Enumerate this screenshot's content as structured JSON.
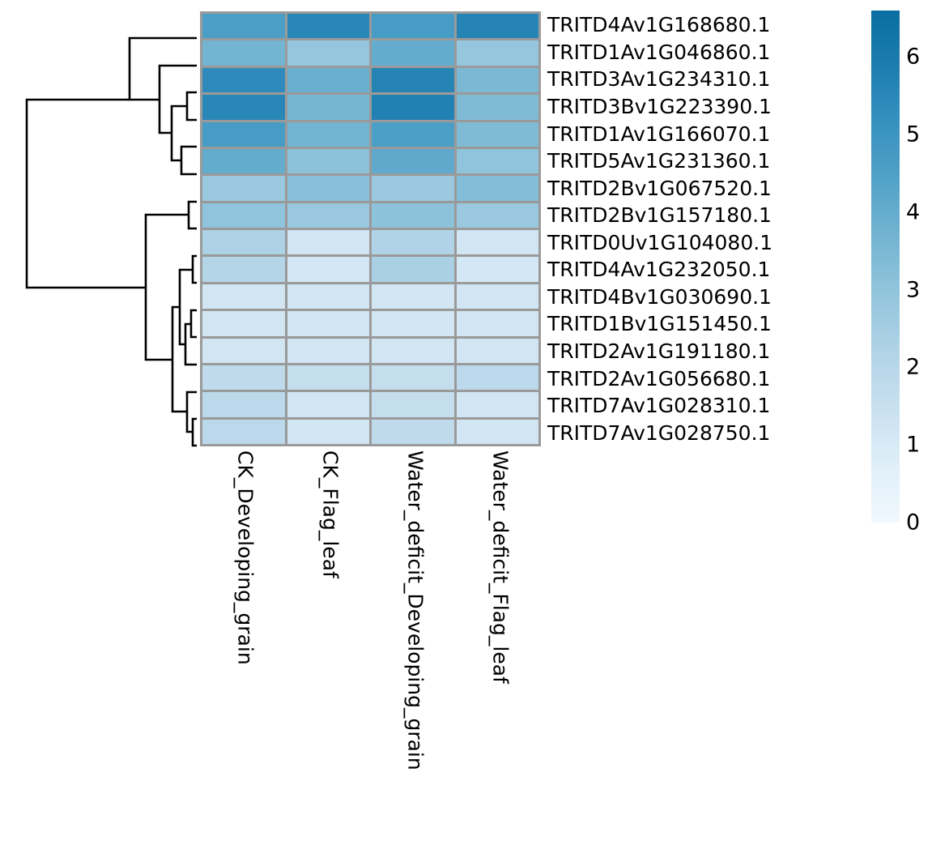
{
  "chart_data": {
    "type": "heatmap",
    "title": "",
    "xlabel": "",
    "ylabel": "",
    "colormap": "Blues/PuBu sequential",
    "grid": true,
    "legend_position": "right",
    "colorbar": {
      "label": "",
      "vmin": 0,
      "vmax": 6.6,
      "ticks": [
        6,
        5,
        4,
        3,
        2,
        1,
        0
      ],
      "low_color": "#c9e0ef",
      "high_color": "#1379b0",
      "orientation": "vertical"
    },
    "categories": [
      "CK_Developing_grain",
      "CK_Flag_leaf",
      "Water_deficit_Developing_grain",
      "Water_deficit_Flag_leaf"
    ],
    "rows": [
      "TRITD4Av1G168680.1",
      "TRITD1Av1G046860.1",
      "TRITD3Av1G234310.1",
      "TRITD3Bv1G223390.1",
      "TRITD1Av1G166070.1",
      "TRITD5Av1G231360.1",
      "TRITD2Bv1G067520.1",
      "TRITD2Bv1G157180.1",
      "TRITD0Uv1G104080.1",
      "TRITD4Av1G232050.1",
      "TRITD4Bv1G030690.1",
      "TRITD1Bv1G151450.1",
      "TRITD2Av1G191180.1",
      "TRITD2Av1G056680.1",
      "TRITD7Av1G028310.1",
      "TRITD7Av1G028750.1"
    ],
    "values": [
      [
        4.6,
        5.5,
        4.7,
        5.6
      ],
      [
        3.7,
        2.9,
        4.0,
        2.9
      ],
      [
        5.4,
        3.9,
        5.6,
        3.5
      ],
      [
        5.5,
        3.6,
        5.7,
        3.4
      ],
      [
        4.7,
        3.7,
        4.6,
        3.4
      ],
      [
        4.0,
        3.1,
        4.1,
        3.0
      ],
      [
        2.8,
        3.2,
        2.8,
        3.3
      ],
      [
        3.0,
        2.8,
        3.1,
        2.8
      ],
      [
        2.3,
        1.2,
        2.2,
        1.2
      ],
      [
        2.1,
        1.1,
        2.4,
        1.1
      ],
      [
        1.2,
        1.2,
        1.2,
        1.2
      ],
      [
        1.2,
        1.2,
        1.2,
        1.2
      ],
      [
        1.2,
        1.2,
        1.2,
        1.2
      ],
      [
        1.8,
        1.6,
        1.6,
        1.9
      ],
      [
        1.9,
        1.2,
        1.6,
        1.2
      ],
      [
        1.9,
        1.2,
        1.8,
        1.2
      ]
    ],
    "row_dendrogram": {
      "present": true,
      "orientation": "left",
      "leaf_order": [
        "TRITD4Av1G168680.1",
        "TRITD1Av1G046860.1",
        "TRITD3Av1G234310.1",
        "TRITD3Bv1G223390.1",
        "TRITD1Av1G166070.1",
        "TRITD5Av1G231360.1",
        "TRITD2Bv1G067520.1",
        "TRITD2Bv1G157180.1",
        "TRITD0Uv1G104080.1",
        "TRITD4Av1G232050.1",
        "TRITD4Bv1G030690.1",
        "TRITD1Bv1G151450.1",
        "TRITD2Av1G191180.1",
        "TRITD2Av1G056680.1",
        "TRITD7Av1G028310.1",
        "TRITD7Av1G028750.1"
      ]
    },
    "col_dendrogram": {
      "present": false
    }
  },
  "heatmap": {
    "row_labels": [
      "TRITD4Av1G168680.1",
      "TRITD1Av1G046860.1",
      "TRITD3Av1G234310.1",
      "TRITD3Bv1G223390.1",
      "TRITD1Av1G166070.1",
      "TRITD5Av1G231360.1",
      "TRITD2Bv1G067520.1",
      "TRITD2Bv1G157180.1",
      "TRITD0Uv1G104080.1",
      "TRITD4Av1G232050.1",
      "TRITD4Bv1G030690.1",
      "TRITD1Bv1G151450.1",
      "TRITD2Av1G191180.1",
      "TRITD2Av1G056680.1",
      "TRITD7Av1G028310.1",
      "TRITD7Av1G028750.1"
    ],
    "column_labels": [
      "CK_Developing_grain",
      "CK_Flag_leaf",
      "Water_deficit_Developing_grain",
      "Water_deficit_Flag_leaf"
    ],
    "gridline_color": "#9a9a9a"
  },
  "colorbar": {
    "tick_labels": [
      "6",
      "5",
      "4",
      "3",
      "2",
      "1",
      "0"
    ]
  }
}
